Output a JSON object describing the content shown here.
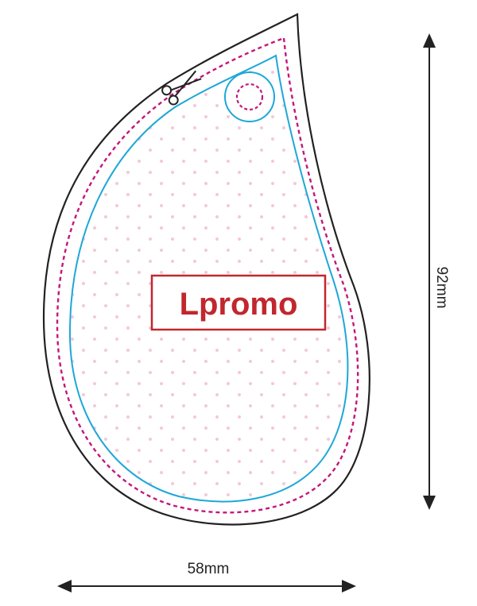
{
  "logo": {
    "text": "Lpromo",
    "color": "#c1272d"
  },
  "dimensions": {
    "height_label": "92mm",
    "width_label": "58mm"
  },
  "colors": {
    "cut_line": "#222222",
    "bleed_line": "#c2187a",
    "safe_line": "#1ea7d8",
    "dot_pattern": "#f2c9d9",
    "arrow": "#222222"
  },
  "icons": {
    "cut_marker": "scissors-icon",
    "hang_hole": "hole-icon"
  }
}
